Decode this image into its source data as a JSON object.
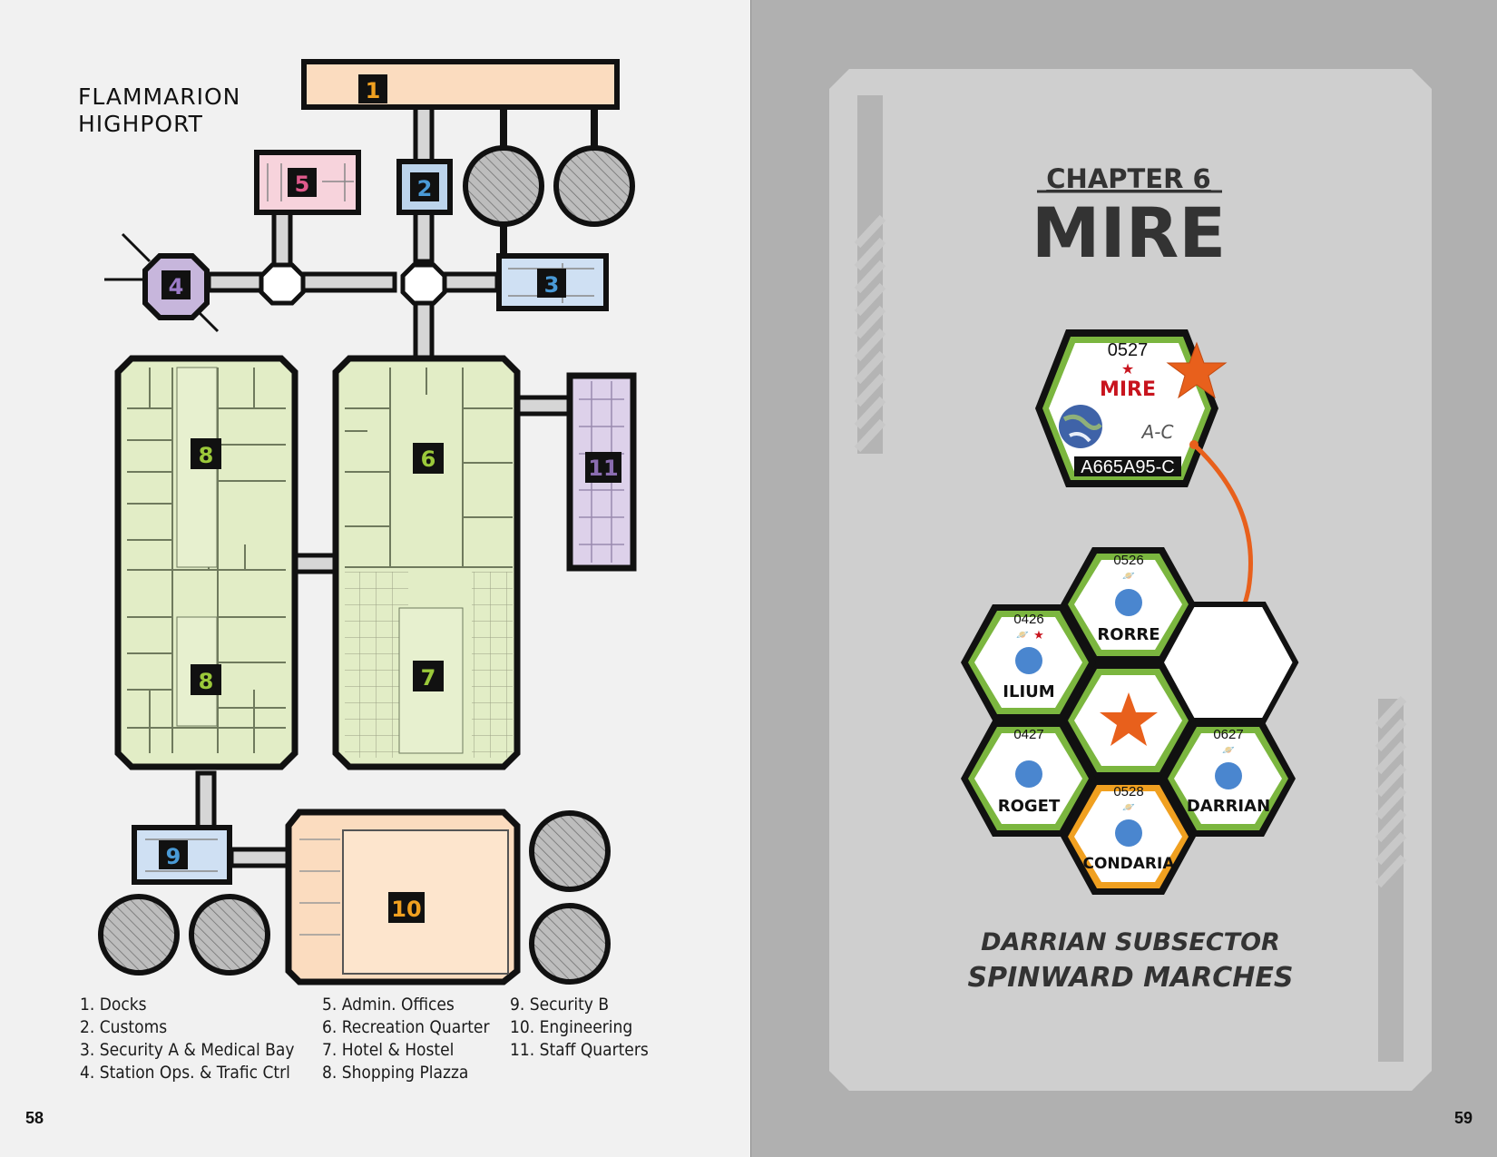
{
  "left_page": {
    "map_title_line1": "FLAMMARION",
    "map_title_line2": "HIGHPORT",
    "room_labels": [
      "1",
      "2",
      "3",
      "4",
      "5",
      "6",
      "7",
      "8",
      "8",
      "9",
      "10",
      "11"
    ],
    "legend_col1": [
      "1. Docks",
      "2. Customs",
      "3. Security A & Medical Bay",
      "4. Station Ops. & Trafic Ctrl"
    ],
    "legend_col2": [
      "5. Admin. Offices",
      "6. Recreation Quarter",
      "7. Hotel & Hostel",
      "8. Shopping Plazza"
    ],
    "legend_col3": [
      "9. Security B",
      "10. Engineering",
      "11. Staff Quarters"
    ],
    "page_number": "58"
  },
  "right_page": {
    "chapter_label": "CHAPTER 6",
    "chapter_title": "MIRE",
    "world": {
      "hex": "0527",
      "name": "MIRE",
      "base_code": "A-C",
      "uwp": "A665A95-C"
    },
    "neighbors": [
      {
        "hex": "0526",
        "name": "RORRE"
      },
      {
        "hex": "0426",
        "name": "ILIUM"
      },
      {
        "hex": "0427",
        "name": "ROGET"
      },
      {
        "hex": "0528",
        "name": "CONDARIA"
      },
      {
        "hex": "0627",
        "name": "DARRIAN"
      }
    ],
    "subsector_line1": "DARRIAN SUBSECTOR",
    "subsector_line2": "SPINWARD MARCHES",
    "page_number": "59",
    "colors": {
      "hex_green": "#7bb63f",
      "hex_orange": "#f0a020",
      "route_orange": "#e8601c",
      "mire_red": "#c8141e",
      "planet_blue": "#4a86cf"
    }
  },
  "room_colors": {
    "docks": "#fbdcbf",
    "customs": "#bcd4ec",
    "security": "#cfe0f3",
    "ops": "#c7b6dc",
    "admin": "#f7d3dc",
    "recreation": "#e2edc6",
    "staff": "#ddd1ea",
    "engineering": "#fbdcbf"
  }
}
